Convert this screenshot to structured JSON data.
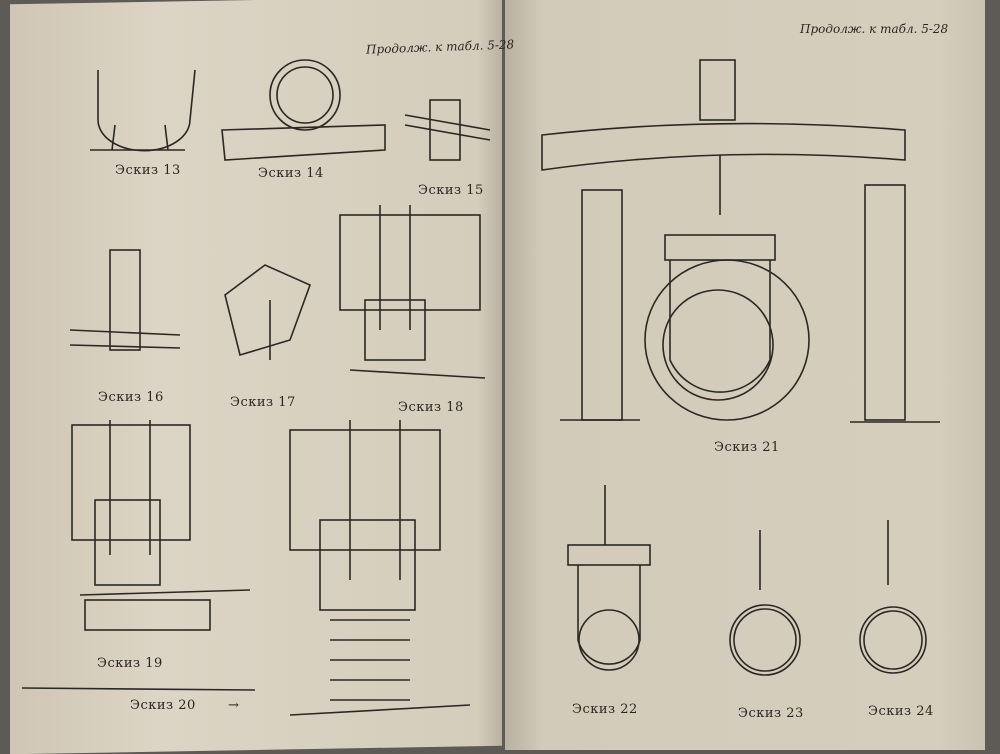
{
  "left_page": {
    "header": "Продолж. к табл. 5-28",
    "captions": [
      "Эскиз 13",
      "Эскиз 14",
      "Эскиз 15",
      "Эскиз 16",
      "Эскиз 17",
      "Эскиз 18",
      "Эскиз 19",
      "Эскиз 20"
    ],
    "arrow": "→"
  },
  "right_page": {
    "header": "Продолж. к табл. 5-28",
    "captions": [
      "Эскиз 21",
      "Эскиз 22",
      "Эскиз 23",
      "Эскиз 24"
    ]
  }
}
